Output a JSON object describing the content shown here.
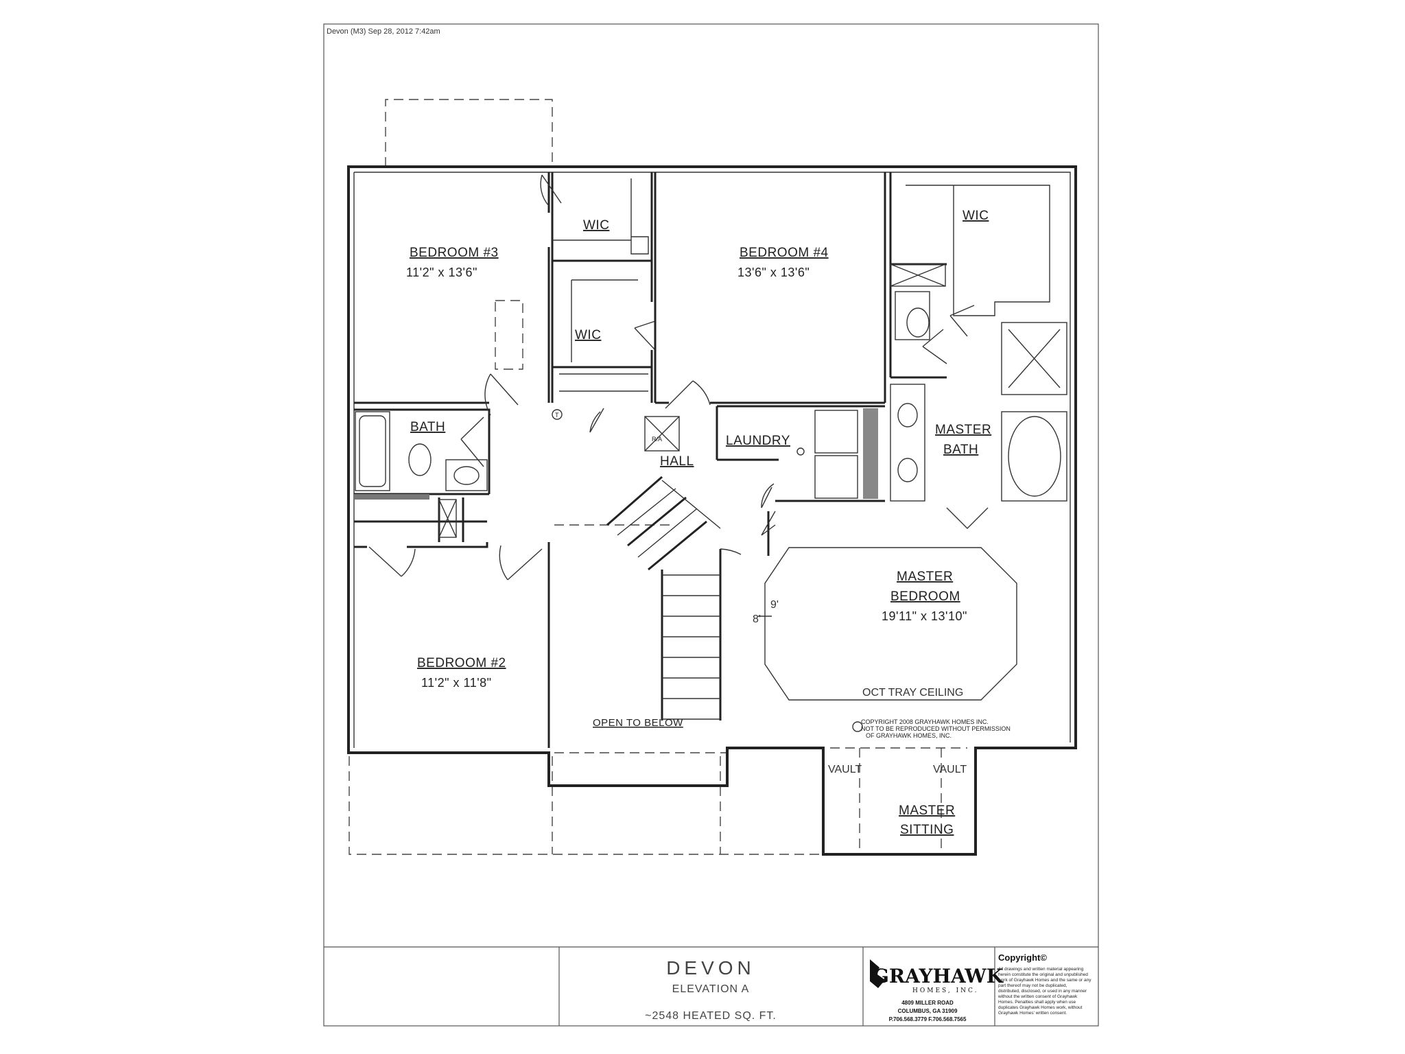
{
  "header": {
    "plan_stamp": "Devon (M3)   Sep 28, 2012   7:42am"
  },
  "rooms": {
    "bedroom3": {
      "label": "BEDROOM #3",
      "dims": "11'2\"  x  13'6\""
    },
    "bedroom4": {
      "label": "BEDROOM #4",
      "dims": "13'6\"  x  13'6\""
    },
    "bedroom2": {
      "label": "BEDROOM #2",
      "dims": "11'2\"  x  11'8\""
    },
    "master_bedroom": {
      "label_line1": "MASTER",
      "label_line2": "BEDROOM",
      "dims": "19'11\"  x  13'10\""
    },
    "master_bath": {
      "label_line1": "MASTER",
      "label_line2": "BATH"
    },
    "master_sitting": {
      "label_line1": "MASTER",
      "label_line2": "SITTING"
    },
    "wic_top": "WIC",
    "wic_middle": "WIC",
    "wic_master": "WIC",
    "bath": "BATH",
    "laundry": "LAUNDRY",
    "hall": "HALL",
    "open_to_below": "OPEN TO BELOW"
  },
  "annotations": {
    "ra": "R/A",
    "t_mark": "T",
    "ceiling_8": "8'",
    "ceiling_9": "9'",
    "tray_ceiling": "OCT TRAY CEILING",
    "vault_left": "VAULT",
    "vault_right": "VAULT",
    "copyright_line1": "COPYRIGHT 2008 GRAYHAWK HOMES INC.",
    "copyright_line2": "NOT TO BE REPRODUCED WITHOUT PERMISSION",
    "copyright_line3": "OF GRAYHAWK HOMES, INC."
  },
  "title_block": {
    "plan_name": "DEVON",
    "elevation": "ELEVATION A",
    "area": "~2548 HEATED SQ. FT.",
    "company_logo": "GRAYHAWK",
    "company_sub": "HOMES, INC.",
    "address_1": "4809 MILLER ROAD",
    "address_2": "COLUMBUS, GA 31909",
    "phone": "P.706.568.3779  F.706.568.7565",
    "copyright_heading": "Copyright©",
    "copyright_text": [
      "All drawings and written material appearing",
      "herein constitute the original and unpublished",
      "work of Grayhawk Homes and the same or any",
      "part thereof may not be duplicated,",
      "distributed, disclosed, or used in any manner",
      "without the written consent of Grayhawk",
      "Homes. Penalties shall apply when use",
      "duplicates Grayhawk Homes work, without",
      "Grayhawk Homes' written consent."
    ]
  }
}
